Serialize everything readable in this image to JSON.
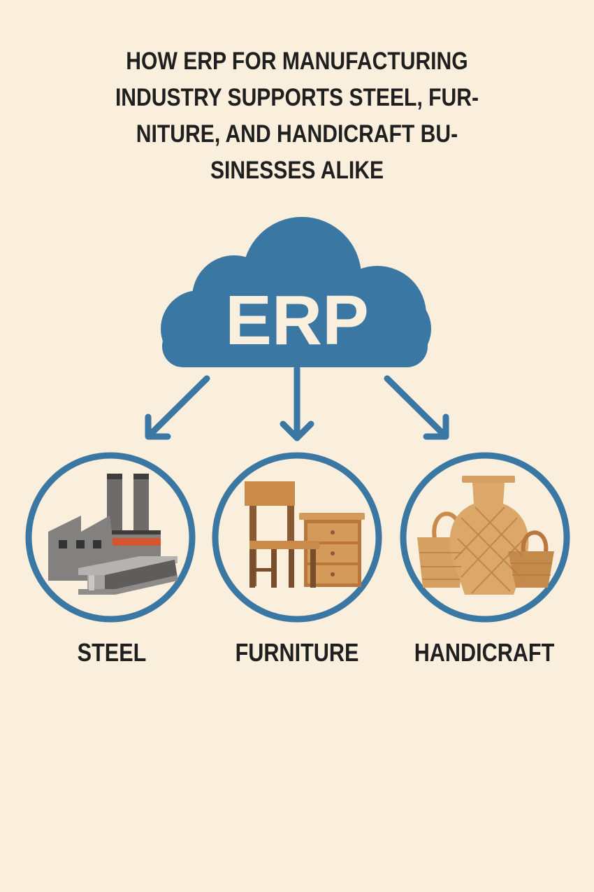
{
  "title": {
    "lines": [
      "HOW ERP FOR MANUFACTURING",
      "INDUSTRY SUPPORTS STEEL, FUR-",
      "NITURE, AND HANDICRAFT BU-",
      "SINESSES ALIKE"
    ]
  },
  "cloud": {
    "label": "ERP",
    "icon": "cloud-icon"
  },
  "categories": [
    {
      "label": "STEEL",
      "icon": "factory-steel-beams-icon"
    },
    {
      "label": "FURNITURE",
      "icon": "chair-drawer-icon"
    },
    {
      "label": "HANDICRAFT",
      "icon": "vase-baskets-icon"
    }
  ],
  "colors": {
    "background": "#faeedd",
    "accent_blue": "#3a77a2",
    "text": "#1f1f1f",
    "steel_gray": "#7d7b79",
    "steel_orange": "#d4562e",
    "wood": "#c98a4a",
    "wood_dark": "#8a5a32",
    "craft": "#d8a766"
  }
}
